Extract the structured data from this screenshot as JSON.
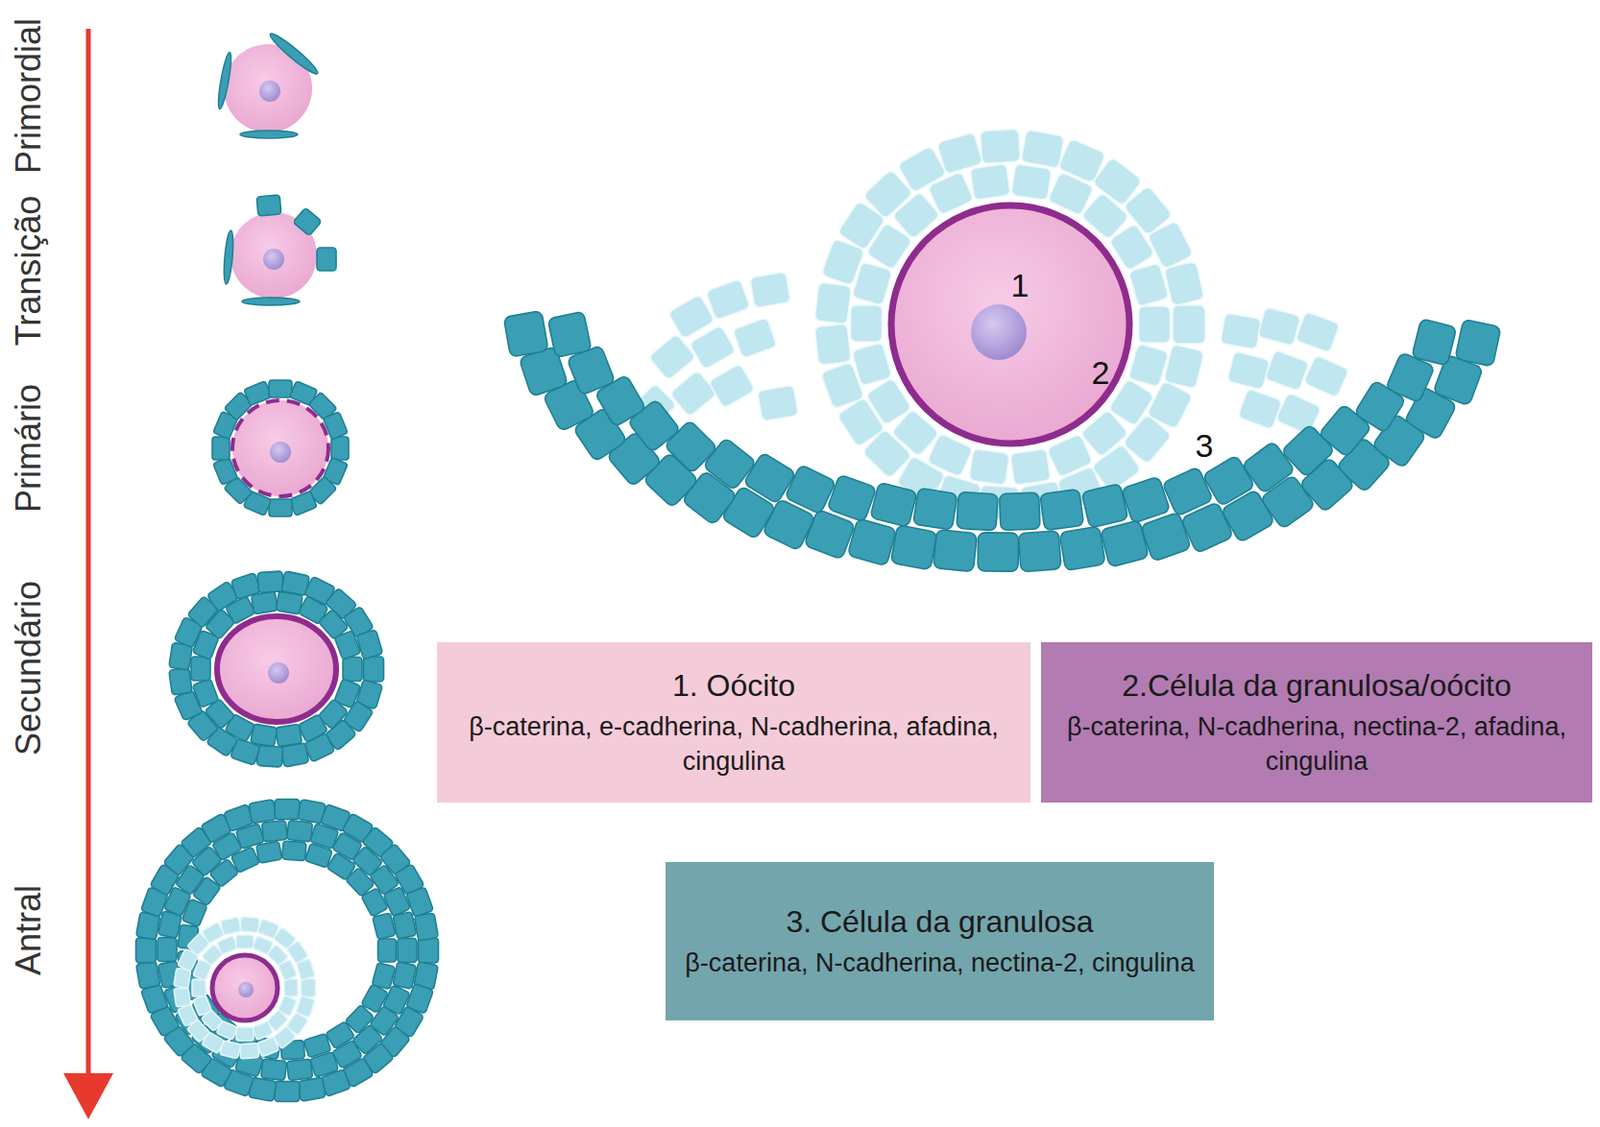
{
  "diagram": {
    "nodes": [
      {
        "text": [
          "1. Oócito",
          "β-caterina, e-cadherina, N-cadherina, afadina, cingulina"
        ]
      },
      {
        "text": [
          "2.Célula da granulosa/oócito",
          "β-caterina, N-cadherina, nectina-2, afadina, cingulina"
        ]
      },
      {
        "text": [
          "3. Célula da granulosa",
          "β-caterina, N-cadherina, nectina-2, cingulina"
        ]
      }
    ],
    "labels": [
      "Primordial",
      "Transição",
      "Primário",
      "Secundário",
      "Antral",
      "1",
      "2",
      "3"
    ]
  }
}
